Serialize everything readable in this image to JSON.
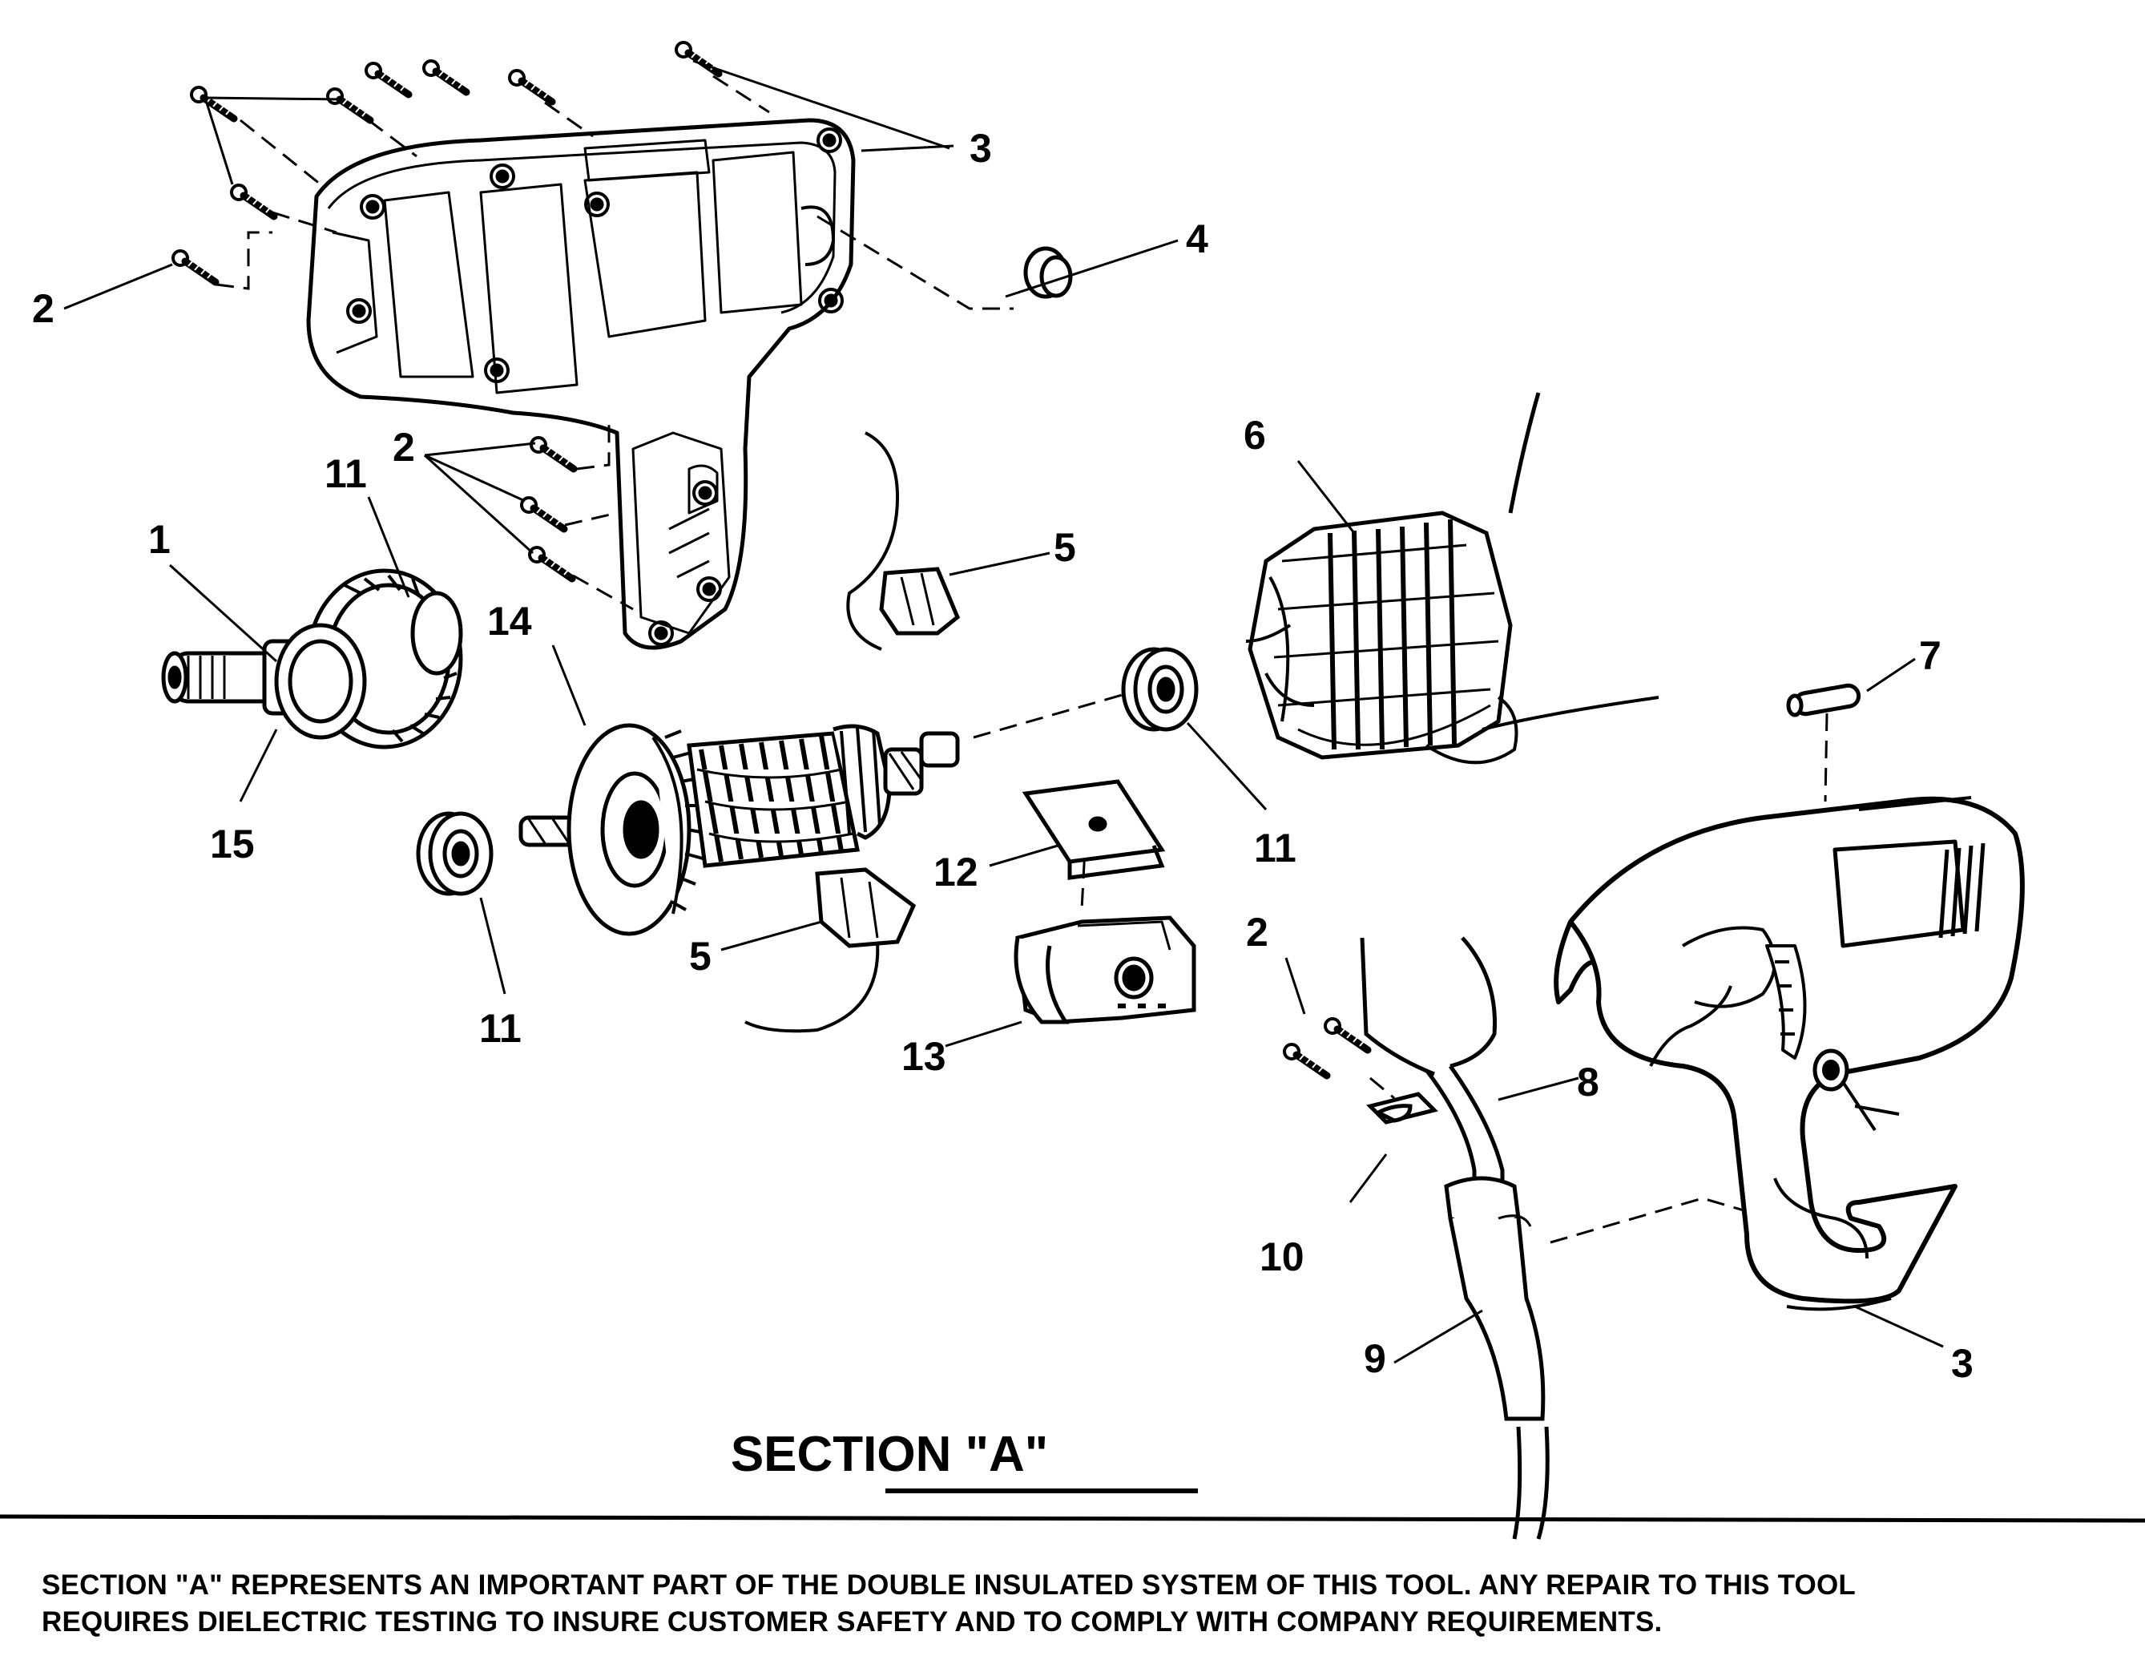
{
  "section_title": "SECTION \"A\"",
  "callouts": [
    {
      "id": "c1",
      "label": "1"
    },
    {
      "id": "c2a",
      "label": "2"
    },
    {
      "id": "c2b",
      "label": "2"
    },
    {
      "id": "c2c",
      "label": "2"
    },
    {
      "id": "c3a",
      "label": "3"
    },
    {
      "id": "c3b",
      "label": "3"
    },
    {
      "id": "c4",
      "label": "4"
    },
    {
      "id": "c5a",
      "label": "5"
    },
    {
      "id": "c5b",
      "label": "5"
    },
    {
      "id": "c6",
      "label": "6"
    },
    {
      "id": "c7",
      "label": "7"
    },
    {
      "id": "c8",
      "label": "8"
    },
    {
      "id": "c9",
      "label": "9"
    },
    {
      "id": "c10",
      "label": "10"
    },
    {
      "id": "c11a",
      "label": "11"
    },
    {
      "id": "c11b",
      "label": "11"
    },
    {
      "id": "c11c",
      "label": "11"
    },
    {
      "id": "c12",
      "label": "12"
    },
    {
      "id": "c13",
      "label": "13"
    },
    {
      "id": "c14",
      "label": "14"
    },
    {
      "id": "c15",
      "label": "15"
    }
  ],
  "footer_note": {
    "line1": "SECTION \"A\" REPRESENTS AN IMPORTANT PART OF THE DOUBLE INSULATED SYSTEM OF THIS TOOL. ANY REPAIR TO THIS TOOL",
    "line2": "REQUIRES DIELECTRIC TESTING TO INSURE CUSTOMER SAFETY AND TO COMPLY WITH COMPANY REQUIREMENTS."
  }
}
